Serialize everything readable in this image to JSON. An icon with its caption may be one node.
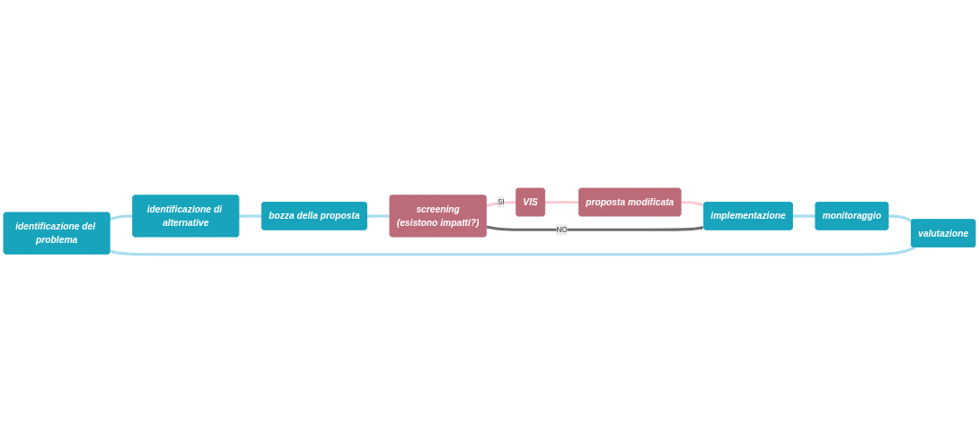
{
  "diagram": {
    "nodes": [
      {
        "text": [
          "identificazione del problema"
        ]
      },
      {
        "text": [
          "identificazione di alternative"
        ]
      },
      {
        "text": [
          "bozza della proposta"
        ]
      },
      {
        "text": [
          "proposta modificata"
        ]
      },
      {
        "text": [
          "VIS"
        ]
      },
      {
        "text": [
          "screening",
          "(esistono impatti?)"
        ]
      },
      {
        "text": [
          "implementazione"
        ]
      },
      {
        "text": [
          "monitoraggio"
        ]
      },
      {
        "text": [
          "valutazione"
        ]
      }
    ],
    "edges": [
      {
        "from": 0,
        "to": 1,
        "arrow": "none"
      },
      {
        "from": 1,
        "to": 2,
        "arrow": "none"
      },
      {
        "from": 2,
        "to": 5,
        "arrow": "to"
      },
      {
        "from": 5,
        "to": 4,
        "arrow": "none",
        "label": "SI",
        "color": "#f7cdd4"
      },
      {
        "from": 4,
        "to": 3,
        "arrow": "none",
        "color": "#f7cdd4"
      },
      {
        "from": 3,
        "to": 6,
        "arrow": "to",
        "color": "#f7cdd4"
      },
      {
        "from": 5,
        "to": 6,
        "arrow": "to",
        "label": "NO",
        "color": "#6d6d6d"
      },
      {
        "from": 6,
        "to": 7,
        "arrow": "none"
      },
      {
        "from": 7,
        "to": 8,
        "arrow": "none"
      },
      {
        "from": 8,
        "to": 0,
        "arrow": "to"
      }
    ]
  }
}
